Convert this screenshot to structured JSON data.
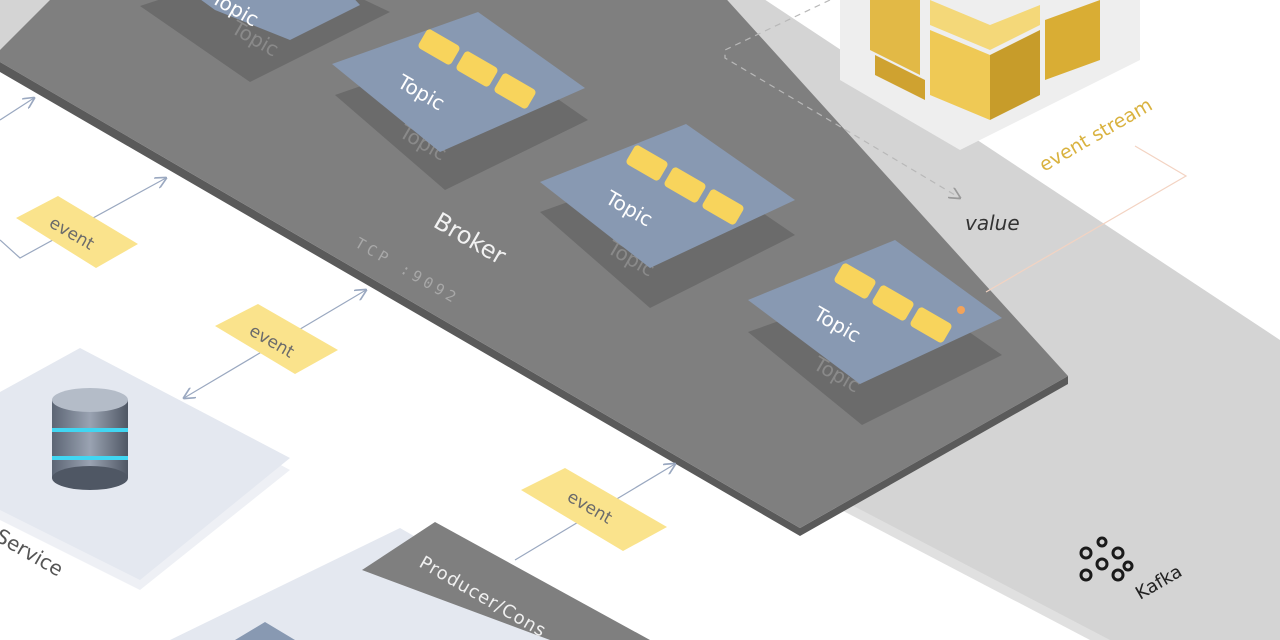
{
  "broker": {
    "label": "Broker",
    "port_label": "TCP :9092"
  },
  "topics": [
    {
      "label": "Topic",
      "shadow_label": "Topic"
    },
    {
      "label": "Topic",
      "shadow_label": "Topic"
    },
    {
      "label": "Topic",
      "shadow_label": "Topic"
    },
    {
      "label": "Topic",
      "shadow_label": "Topic"
    }
  ],
  "events": [
    {
      "label": "event"
    },
    {
      "label": "event"
    },
    {
      "label": "event"
    }
  ],
  "event_stream": {
    "label": "event stream",
    "value_label": "value"
  },
  "service": {
    "label": "Service"
  },
  "producer": {
    "label": "Producer/Cons"
  },
  "kafka": {
    "label": "Kafka"
  },
  "colors": {
    "broker": "#7f7f7f",
    "topic": "#8899b2",
    "topic_shadow": "#6b6b6b",
    "event_note": "#fae38c",
    "event_dot": "#f8d45c",
    "kafka_platform": "#d9d9d9",
    "service_panel": "#e4e8f0",
    "cube": "#e6c04e",
    "accent_dot": "#f2a35a"
  }
}
